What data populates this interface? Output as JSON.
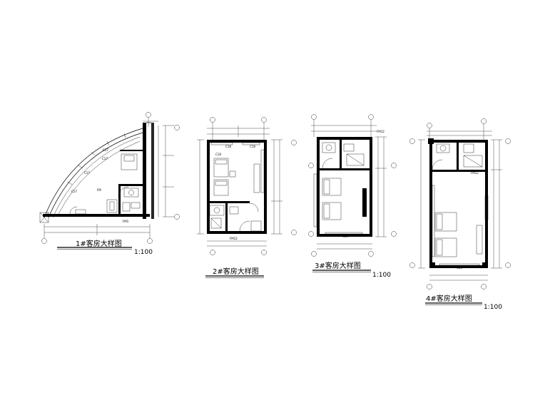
{
  "drawings": [
    {
      "title": "1#客房大样图",
      "scale": "1:100",
      "labels": [
        "C17",
        "C17",
        "C17",
        "C17",
        "FM",
        "FM1"
      ]
    },
    {
      "title": "2#客房大样图",
      "scale": "",
      "labels": [
        "C18",
        "C18",
        "C18",
        "FM12"
      ]
    },
    {
      "title": "3#客房大样图",
      "scale": "1:100",
      "labels": [
        "C21",
        "FM12"
      ]
    },
    {
      "title": "4#客房大样图",
      "scale": "1:100",
      "labels": [
        "C21",
        "FM12"
      ]
    }
  ]
}
